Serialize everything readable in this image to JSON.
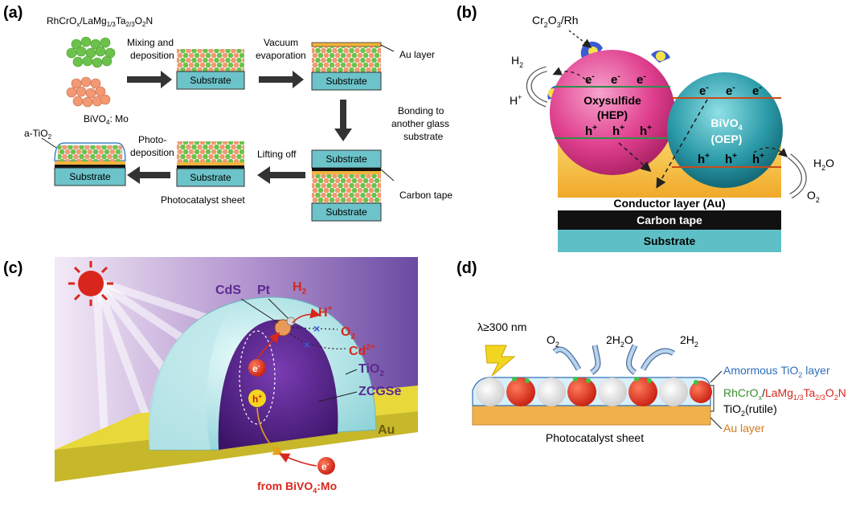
{
  "panels": {
    "a": {
      "label": "(a)",
      "composition_prefix": "RhCrO",
      "composition_x": "x",
      "composition_mid": "/LaMg",
      "composition_sub1": "1/3",
      "composition_ta": "Ta",
      "composition_sub2": "2/3",
      "composition_o": "O",
      "composition_sub3": "2",
      "composition_n": "N",
      "bivo4_label": "BiVO",
      "bivo4_sub": "4",
      "bivo4_suffix": ": Mo",
      "step1_line1": "Mixing and",
      "step1_line2": "deposition",
      "step2_line1": "Vacuum",
      "step2_line2": "evaporation",
      "au_layer": "Au layer",
      "step3_line1": "Bonding to",
      "step3_line2": "another glass",
      "step3_line3": "substrate",
      "substrate": "Substrate",
      "carbon_tape": "Carbon tape",
      "step4": "Lifting off",
      "step5_line1": "Photo-",
      "step5_line2": "deposition",
      "photocatalyst_sheet": "Photocatalyst sheet",
      "atio2_prefix": "a-TiO",
      "atio2_sub": "2"
    },
    "b": {
      "label": "(b)",
      "cocatalyst_cr": "Cr",
      "cocatalyst_sub1": "2",
      "cocatalyst_o": "O",
      "cocatalyst_sub2": "3",
      "cocatalyst_rh": "/Rh",
      "h2": "H",
      "h2_sub": "2",
      "h_plus": "H",
      "h_plus_sup": "+",
      "electron": "e",
      "electron_sup": "-",
      "hole": "h",
      "hole_sup": "+",
      "hep_line1": "Oxysulfide",
      "hep_line2": "(HEP)",
      "oep_line1": "BiVO",
      "oep_sub": "4",
      "oep_line2": "(OEP)",
      "h2o": "H",
      "h2o_sub": "2",
      "h2o_o": "O",
      "o2": "O",
      "o2_sub": "2",
      "conductor": "Conductor layer (Au)",
      "carbon_tape": "Carbon tape",
      "substrate": "Substrate"
    },
    "c": {
      "label": "(c)",
      "cds": "CdS",
      "pt": "Pt",
      "h2": "H",
      "h2_sub": "2",
      "hplus": "H",
      "hplus_sup": "+",
      "o2": "O",
      "o2_sub": "2",
      "cd": "Cd",
      "cd_sup": "2+",
      "tio2": "TiO",
      "tio2_sub": "2",
      "zcgse": "ZCGSe",
      "au": "Au",
      "electron": "e",
      "electron_sup": "-",
      "hole": "h",
      "hole_sup": "+",
      "from": "from BiVO",
      "from_sub": "4",
      "from_suffix": ":Mo"
    },
    "d": {
      "label": "(d)",
      "lambda": "λ≥300 nm",
      "o2": "O",
      "o2_sub": "2",
      "h2o_prefix": "2H",
      "h2o_sub": "2",
      "h2o_o": "O",
      "h2_prefix": "2H",
      "h2_sub": "2",
      "amorphous_prefix": "Amormous TiO",
      "amorphous_sub": "2",
      "amorphous_suffix": " layer",
      "rh_prefix": "RhCrO",
      "rh_x": "x",
      "rh_slash": "/",
      "la_prefix": "LaMg",
      "la_sub1": "1/3",
      "la_ta": "Ta",
      "la_sub2": "2/3",
      "la_o": "O",
      "la_sub3": "2",
      "la_n": "N",
      "rutile_prefix": "TiO",
      "rutile_sub": "2",
      "rutile_suffix": "(rutile)",
      "au_layer": "Au layer",
      "sheet": "Photocatalyst sheet"
    }
  },
  "colors": {
    "substrate": "#6cc3c9",
    "green_particle": "#6cc24a",
    "orange_particle": "#f29873",
    "gold": "#f2b33d",
    "magenta": "#e0408f",
    "teal": "#2b9aa8",
    "au_yellow": "#e8d83a",
    "purple": "#5b2a8f",
    "red": "#d9261c",
    "blue_text": "#2f6fb8",
    "green_text": "#3a8f2d",
    "orange_text": "#d07a1a"
  }
}
